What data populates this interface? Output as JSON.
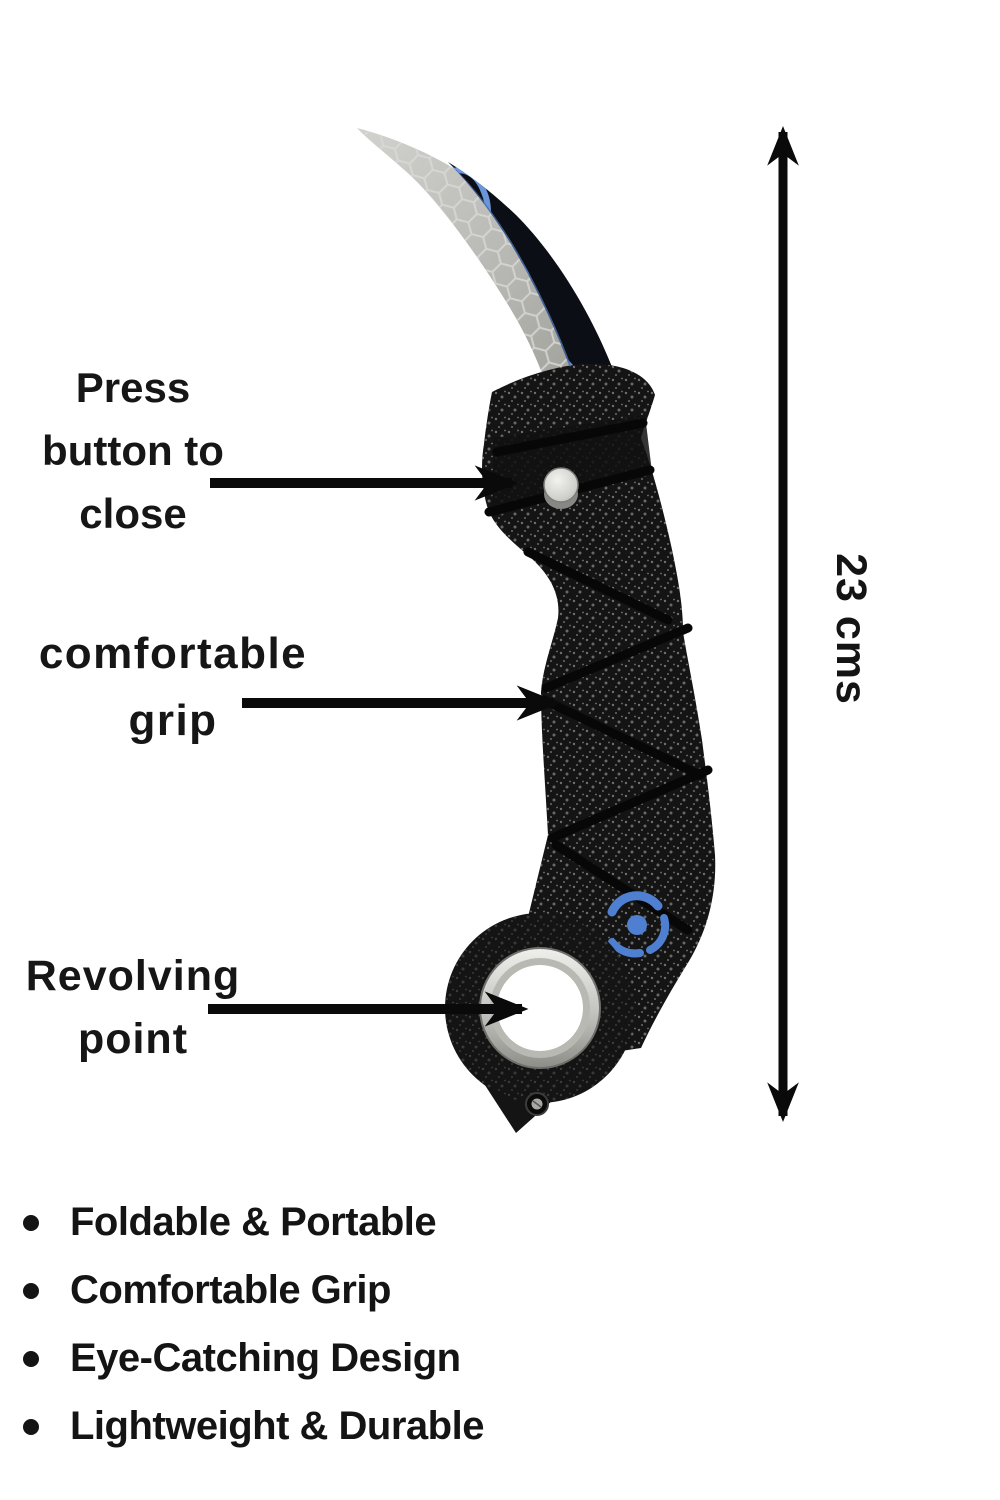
{
  "product": {
    "description": "Black karambit-style folding knife with silver curved blade, blue flame accents, textured grip, press button and revolving ring"
  },
  "callouts": {
    "press_button": {
      "line1": "Press",
      "line2": "button to",
      "line3": "close"
    },
    "comfortable_grip": {
      "line1": "comfortable",
      "line2": "grip"
    },
    "revolving_point": {
      "line1": "Revolving",
      "line2": "point"
    }
  },
  "dimension": {
    "label": "23 cms"
  },
  "features": {
    "items": [
      "Foldable & Portable",
      "Comfortable Grip",
      "Eye-Catching Design",
      "Lightweight & Durable"
    ]
  },
  "colors": {
    "background": "#ffffff",
    "text": "#151515",
    "arrow": "#0a0a0a",
    "blade_silver": "#b4b4b0",
    "accent_blue": "#6b93d6",
    "handle_black": "#141414"
  }
}
